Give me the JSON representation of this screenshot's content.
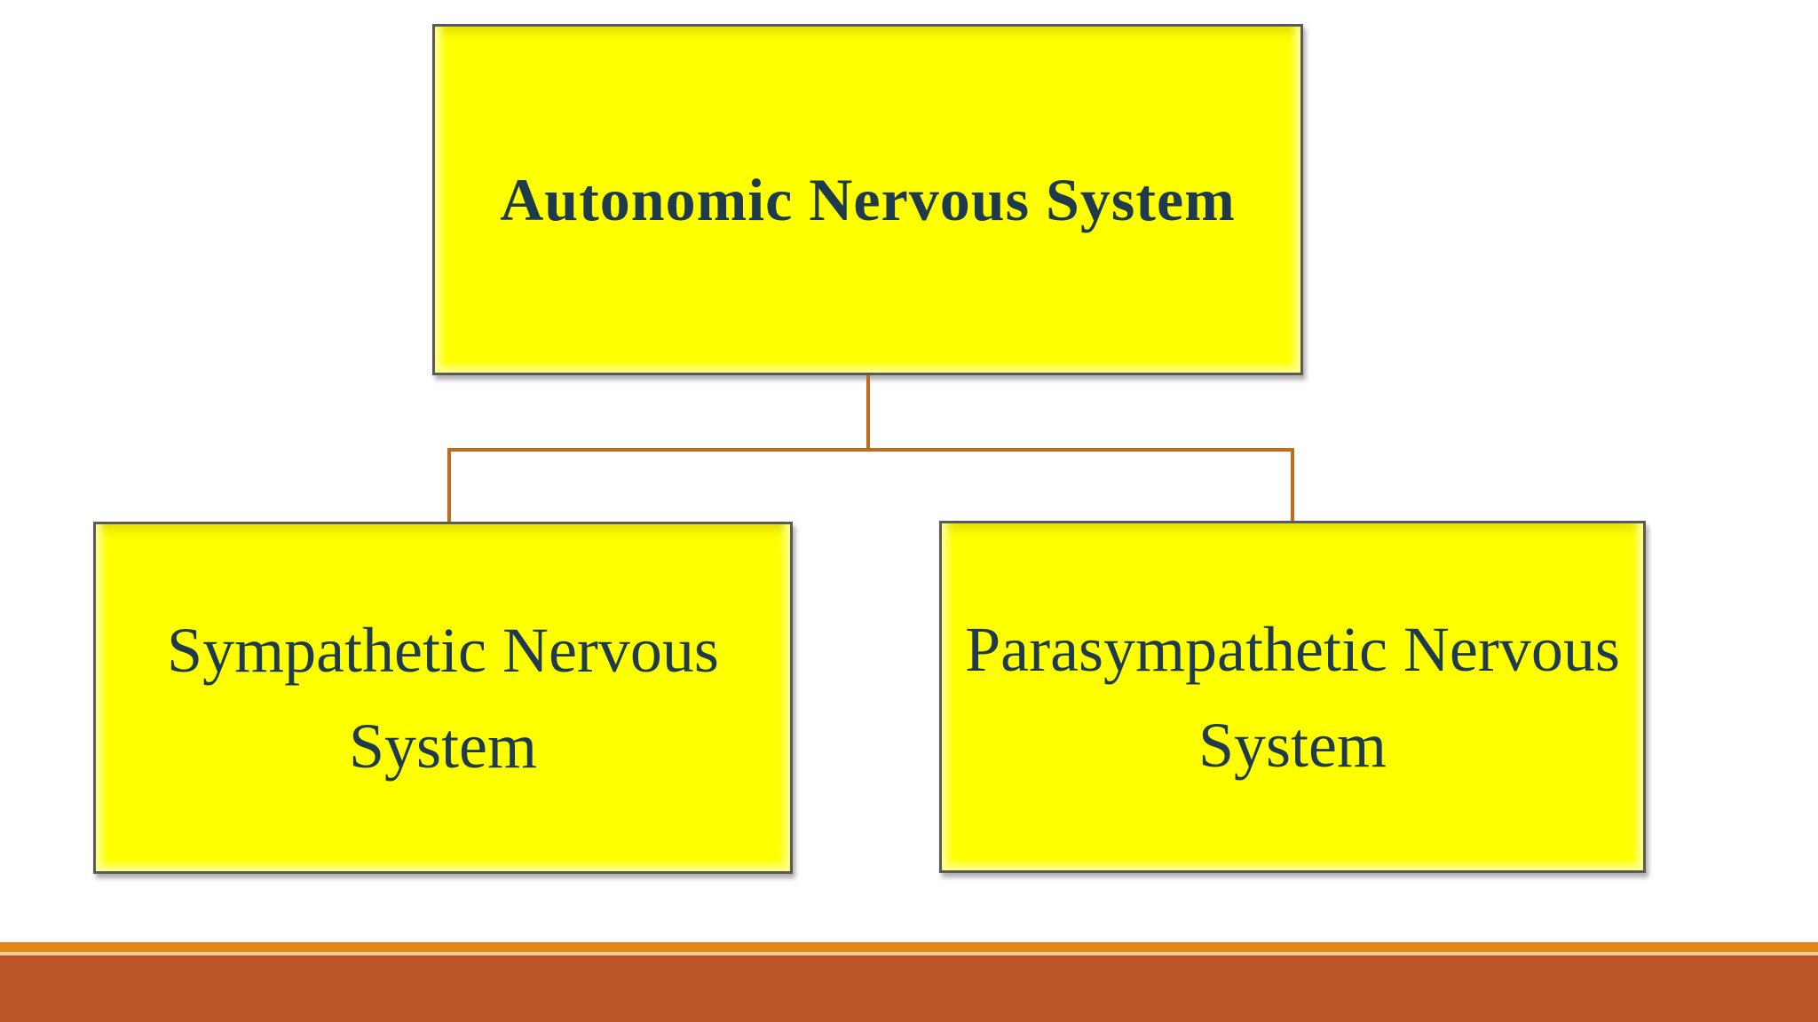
{
  "diagram": {
    "type": "org-chart",
    "root": {
      "label": "Autonomic Nervous System"
    },
    "children": [
      {
        "label": "Sympathetic Nervous System"
      },
      {
        "label": "Parasympathetic Nervous System"
      }
    ]
  },
  "colors": {
    "background": "#ffffff",
    "node-fill": "#ffff00",
    "node-border": "#5b5b55",
    "node-text": "#1f3a4b",
    "connector": "#bf6c1f",
    "footer-orange": "#e0861b",
    "footer-separator": "#f0cd9b",
    "footer-rust": "#bb5427"
  }
}
